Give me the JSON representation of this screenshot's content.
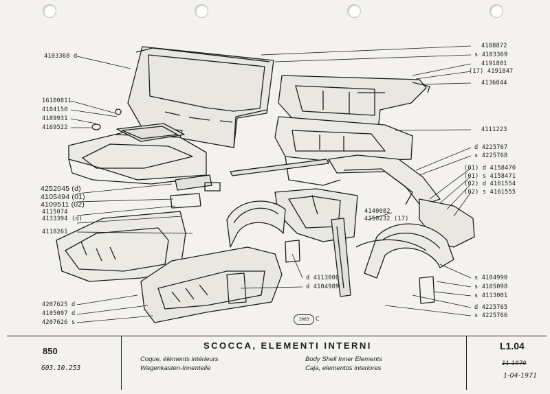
{
  "colors": {
    "ink": "#1c1c1c",
    "paper": "#f3f2ee"
  },
  "labels_left": [
    "4103368 d",
    "16100811",
    "4104150",
    "4189931",
    "4169522",
    "4252045 (d)",
    "4105494 (01)",
    "4109511 (02)",
    "4115074",
    "4133394 (d)",
    "4118261",
    "4207625 d",
    "4105097 d",
    "4207626 s"
  ],
  "labels_right": [
    "4188872",
    "s 4103369",
    "4191801",
    "(17) 4191847",
    "4136044",
    "4111223",
    "d 4225767",
    "s 4225768",
    "(01) d 4158470",
    "(01) s 4158471",
    "(02) d 4161554",
    "(02) s 4161555",
    "s 4104990",
    "s 4105098",
    "s 4113001",
    "d 4225765",
    "s 4225766"
  ],
  "labels_center": [
    "4140082",
    "4150232 (17)",
    "d 4113000",
    "d 4104989"
  ],
  "stamp": {
    "circle": "1963",
    "letter": "C"
  },
  "title_block": {
    "model": "850",
    "code": "603.10.253",
    "title": "SCOCCA, ELEMENTI INTERNI",
    "fr": "Coque, éléments intérieurs",
    "de": "Wagenkasten-Innenteile",
    "en": "Body Shell Inner Elements",
    "es": "Caja, elementos interiores",
    "sheet": "L1.04",
    "date_struck": "11-1970",
    "date": "1-04-1971"
  }
}
